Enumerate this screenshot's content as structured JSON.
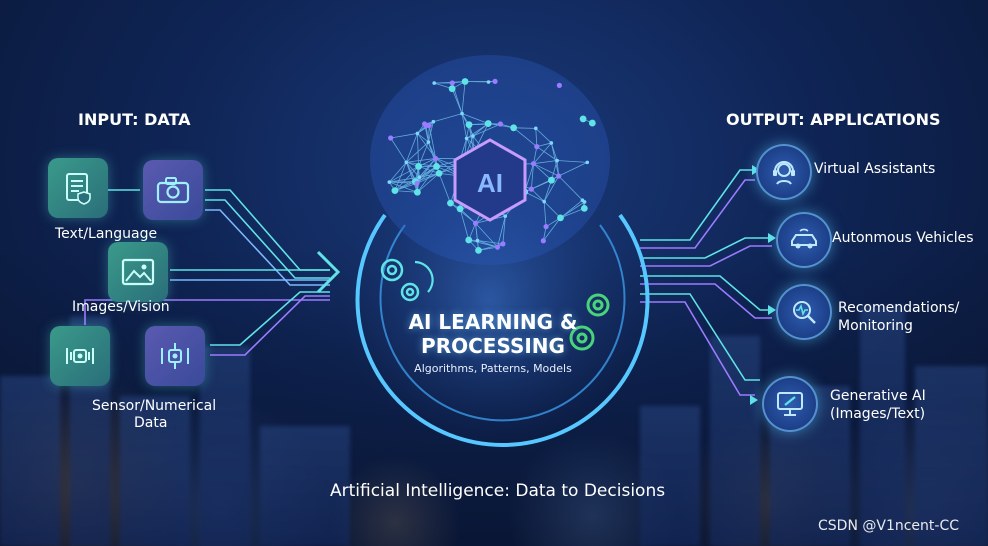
{
  "input": {
    "heading": "INPUT: DATA",
    "items": [
      {
        "label": "Text/Language"
      },
      {
        "label": "Images/Vision"
      },
      {
        "label_line1": "Sensor/Numerical",
        "label_line2": "Data"
      }
    ]
  },
  "output": {
    "heading": "OUTPUT: APPLICATIONS",
    "items": [
      {
        "label_line1": "Virtual Assistants"
      },
      {
        "label_line1": "Autonmous Vehicles"
      },
      {
        "label_line1": "Recomendations/",
        "label_line2": "Monitoring"
      },
      {
        "label_line1": "Generative AI",
        "label_line2": "(Images/Text)"
      }
    ]
  },
  "center": {
    "badge": "AI",
    "title_line1": "AI LEARNING &",
    "title_line2": "PROCESSING",
    "subtitle": "Algorithms, Patterns, Models"
  },
  "footer": "Artificial Intelligence: Data to Decisions",
  "watermark": "CSDN @V1ncent-CC",
  "colors": {
    "cyan": "#5fe3e6",
    "violet": "#9b7bff",
    "ring": "#56c8ff",
    "node": "#7fd7ff"
  }
}
